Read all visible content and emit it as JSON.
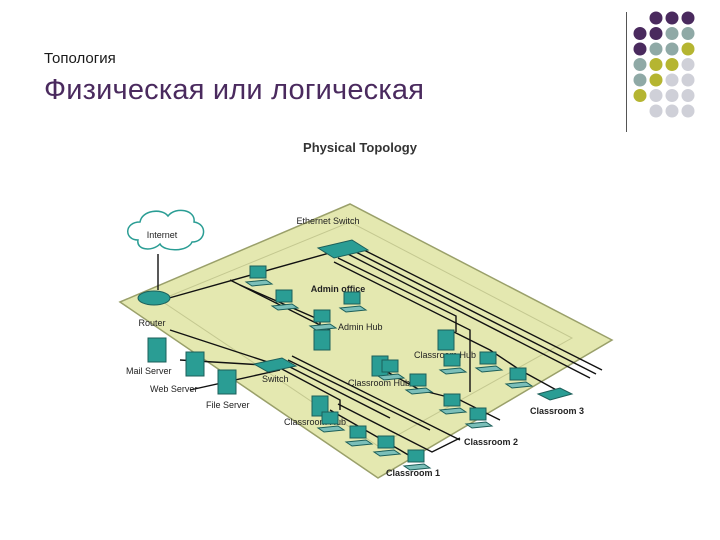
{
  "slide": {
    "subtitle": "Топология",
    "title": "Физическая или логическая"
  },
  "diagram": {
    "title": "Physical Topology",
    "labels": {
      "internet": "Internet",
      "ethernet_switch": "Ethernet Switch",
      "router": "Router",
      "admin_office": "Admin office",
      "admin_hub": "Admin Hub",
      "classroom_hub_a": "Classroom Hub",
      "classroom_hub_b": "Classroom Hub",
      "classroom_hub_c": "Classroom Hub",
      "mail_server": "Mail Server",
      "web_server": "Web Server",
      "file_server": "File Server",
      "switch": "Switch",
      "classroom1": "Classroom 1",
      "classroom2": "Classroom 2",
      "classroom3": "Classroom 3"
    }
  },
  "colors": {
    "title": "#4a2a5e",
    "floor": "#e4e8b0",
    "floor_edge": "#9aa06a",
    "device": "#2a9d94",
    "purple_dot": "#4a2a5e",
    "teal_dot": "#8fa9a6",
    "olive_dot": "#b5b531",
    "grey_dot": "#cfd0d8"
  }
}
